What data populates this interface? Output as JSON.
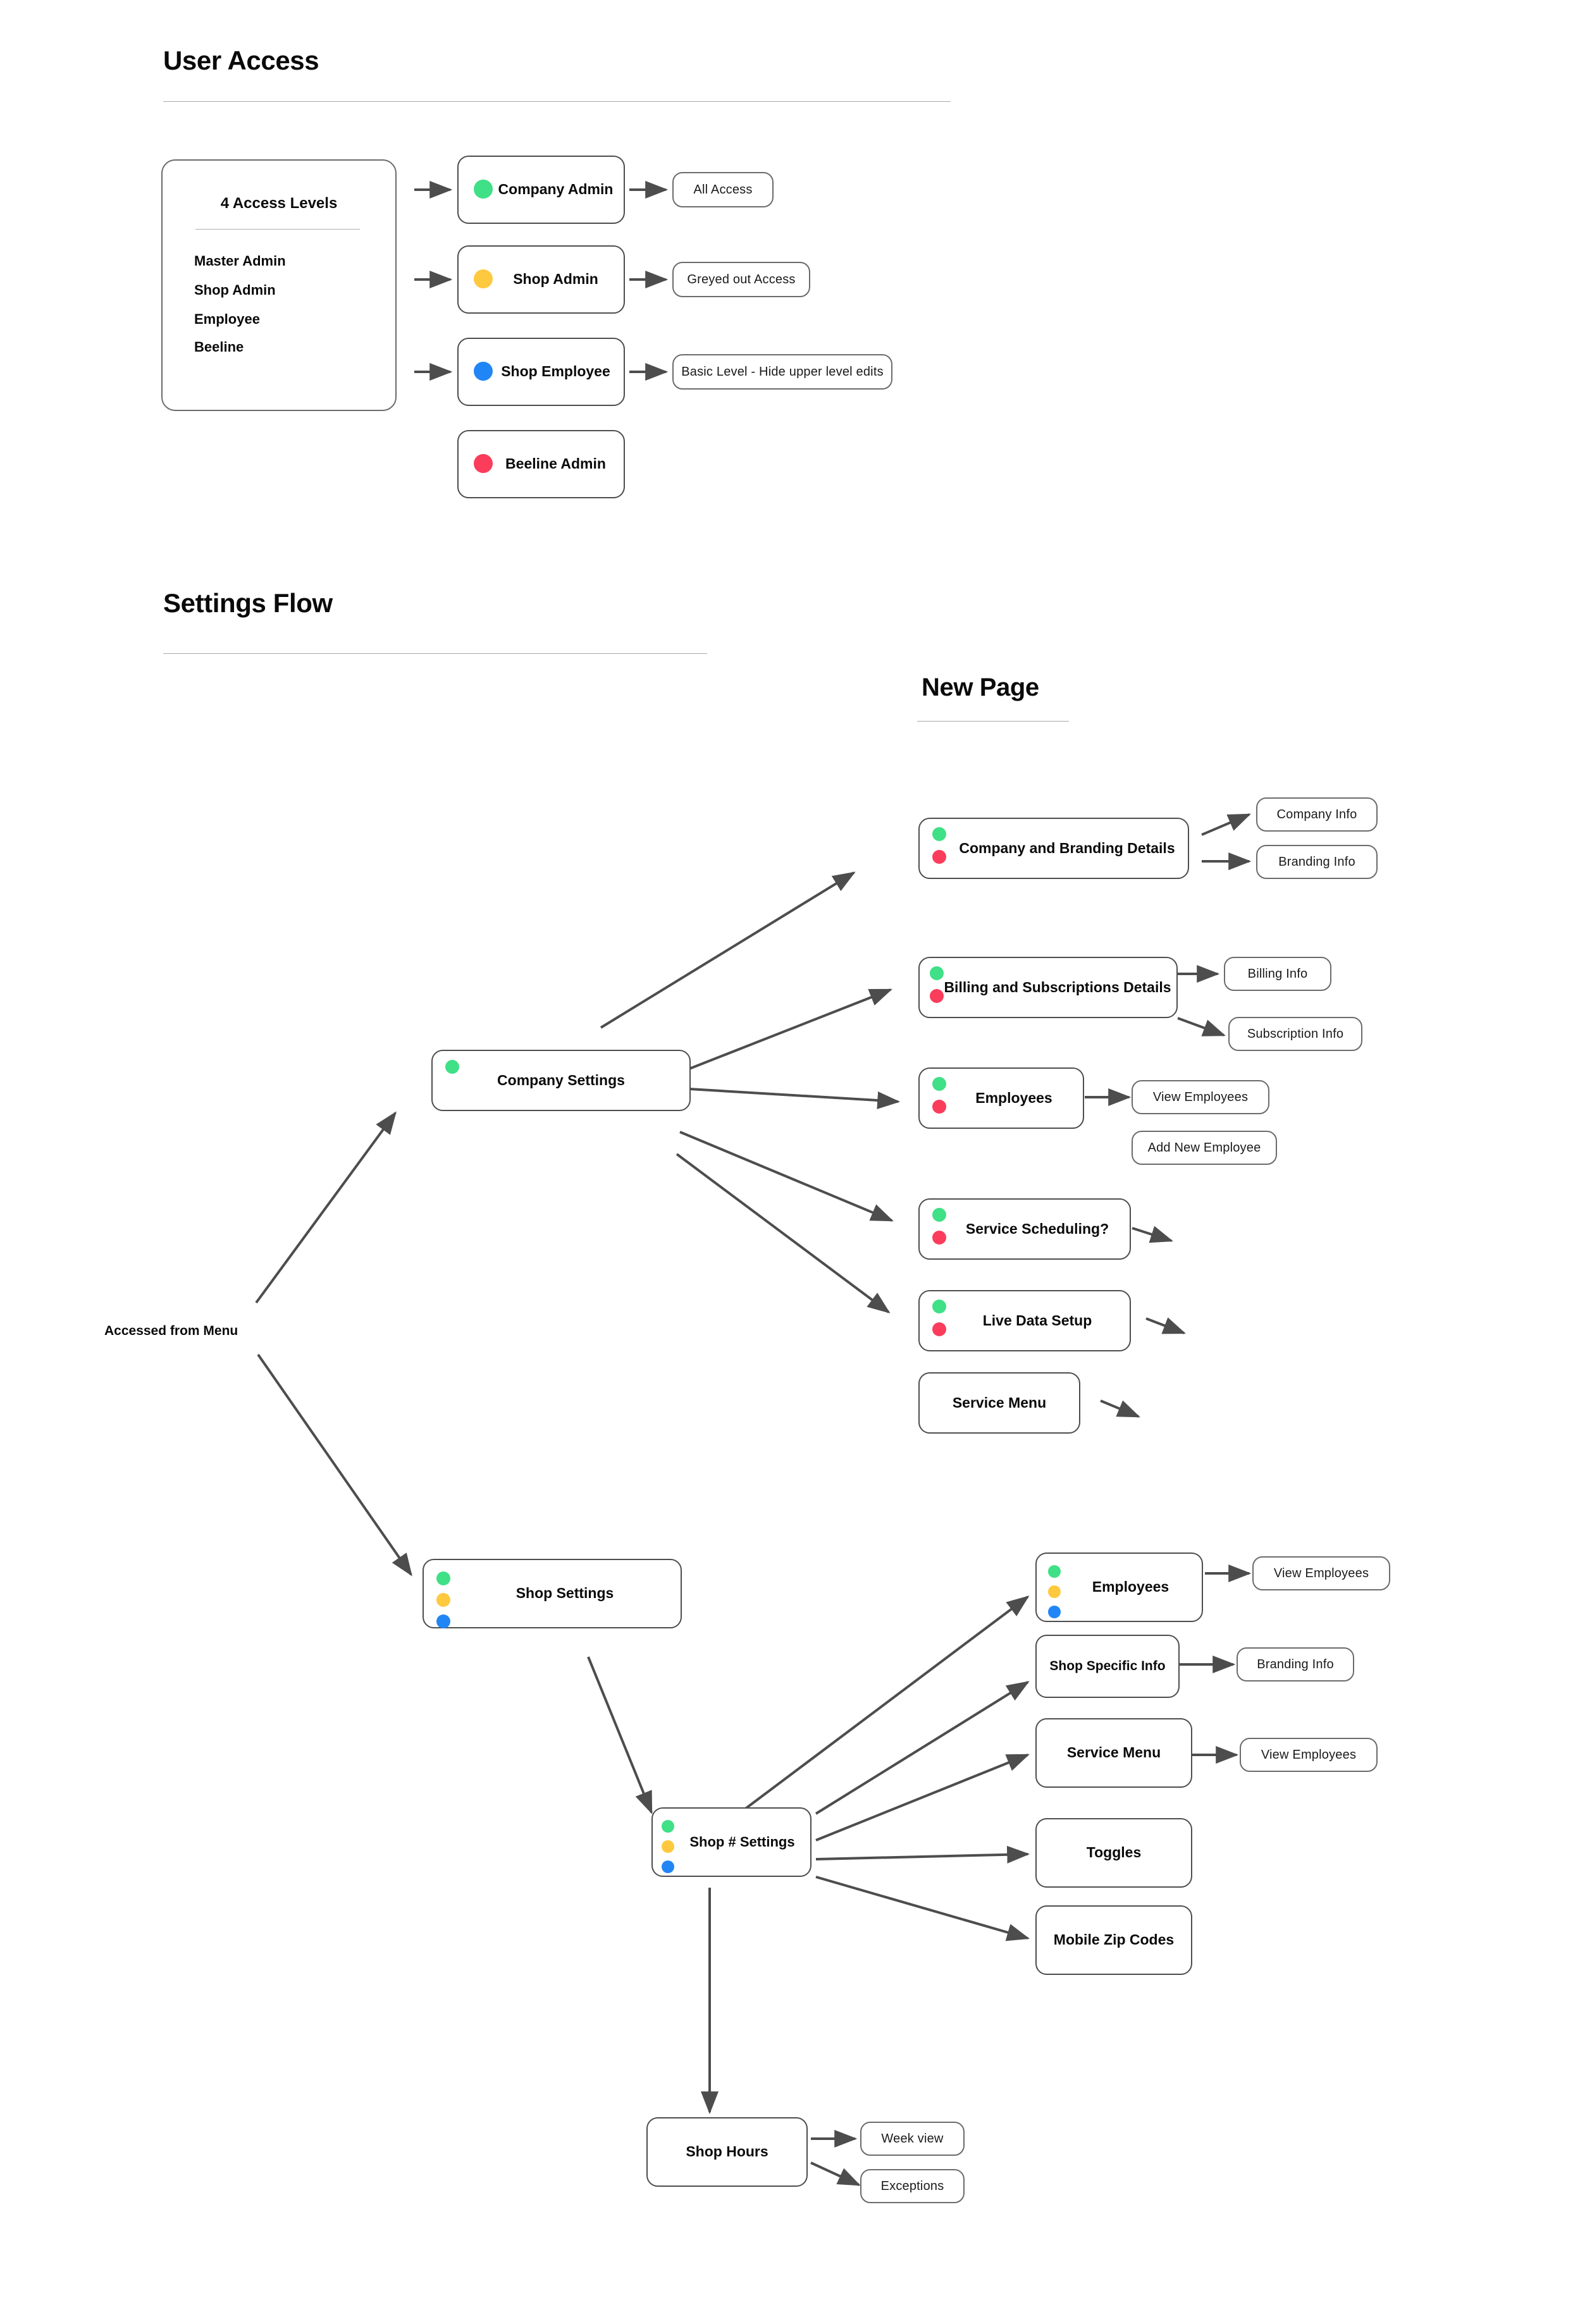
{
  "palette": {
    "green": "#3FE086",
    "yellow": "#FFC93F",
    "blue": "#2186F5",
    "red": "#FB3D5B",
    "stroke": "#4d4d4d",
    "rule": "#a8a8a8",
    "text": "#0a0a0a",
    "background": "#ffffff"
  },
  "sections": {
    "user_access": {
      "title": "User Access"
    },
    "settings_flow": {
      "title": "Settings Flow"
    },
    "new_page": {
      "title": "New Page"
    }
  },
  "user_access": {
    "levels_card": {
      "title": "4 Access Levels",
      "items": [
        "Master Admin",
        "Shop Admin",
        "Employee",
        "Beeline"
      ]
    },
    "roles": [
      {
        "label": "Company Admin",
        "dots": [
          "green"
        ],
        "access": "All Access"
      },
      {
        "label": "Shop Admin",
        "dots": [
          "yellow"
        ],
        "access": "Greyed out  Access"
      },
      {
        "label": "Shop Employee",
        "dots": [
          "blue"
        ],
        "access": "Basic Level - Hide upper level edits"
      },
      {
        "label": "Beeline Admin",
        "dots": [
          "red"
        ],
        "access": null
      }
    ]
  },
  "settings_flow": {
    "entry_label": "Accessed from Menu",
    "company_settings": {
      "label": "Company Settings",
      "dots": [
        "green"
      ],
      "children": [
        {
          "label": "Company and Branding Details",
          "dots": [
            "green",
            "red"
          ],
          "leaves": [
            "Company Info",
            "Branding Info"
          ]
        },
        {
          "label": "Billing and Subscriptions Details",
          "dots": [
            "green",
            "red"
          ],
          "leaves": [
            "Billing Info",
            "Subscription Info"
          ]
        },
        {
          "label": "Employees",
          "dots": [
            "green",
            "red"
          ],
          "leaves": [
            "View Employees",
            "Add New Employee"
          ]
        },
        {
          "label": "Service Scheduling?",
          "dots": [
            "green",
            "red"
          ],
          "leaves": []
        },
        {
          "label": "Live Data Setup",
          "dots": [
            "green",
            "red"
          ],
          "leaves": []
        },
        {
          "label": "Service Menu",
          "dots": [],
          "leaves": []
        }
      ]
    },
    "shop_settings": {
      "label": "Shop Settings",
      "dots": [
        "green",
        "yellow",
        "blue"
      ]
    },
    "shop_number_settings": {
      "label": "Shop # Settings",
      "dots": [
        "green",
        "yellow",
        "blue"
      ],
      "children": [
        {
          "label": "Employees",
          "dots": [
            "green",
            "yellow",
            "blue"
          ],
          "leaves": [
            "View Employees"
          ]
        },
        {
          "label": "Shop Specific  Info",
          "dots": [],
          "leaves": [
            "Branding Info"
          ]
        },
        {
          "label": "Service Menu",
          "dots": [],
          "leaves": [
            "View Employees"
          ]
        },
        {
          "label": "Toggles",
          "dots": [],
          "leaves": []
        },
        {
          "label": "Mobile Zip Codes",
          "dots": [],
          "leaves": []
        }
      ],
      "shop_hours": {
        "label": "Shop Hours",
        "dots": [],
        "leaves": [
          "Week view",
          "Exceptions"
        ]
      }
    }
  }
}
